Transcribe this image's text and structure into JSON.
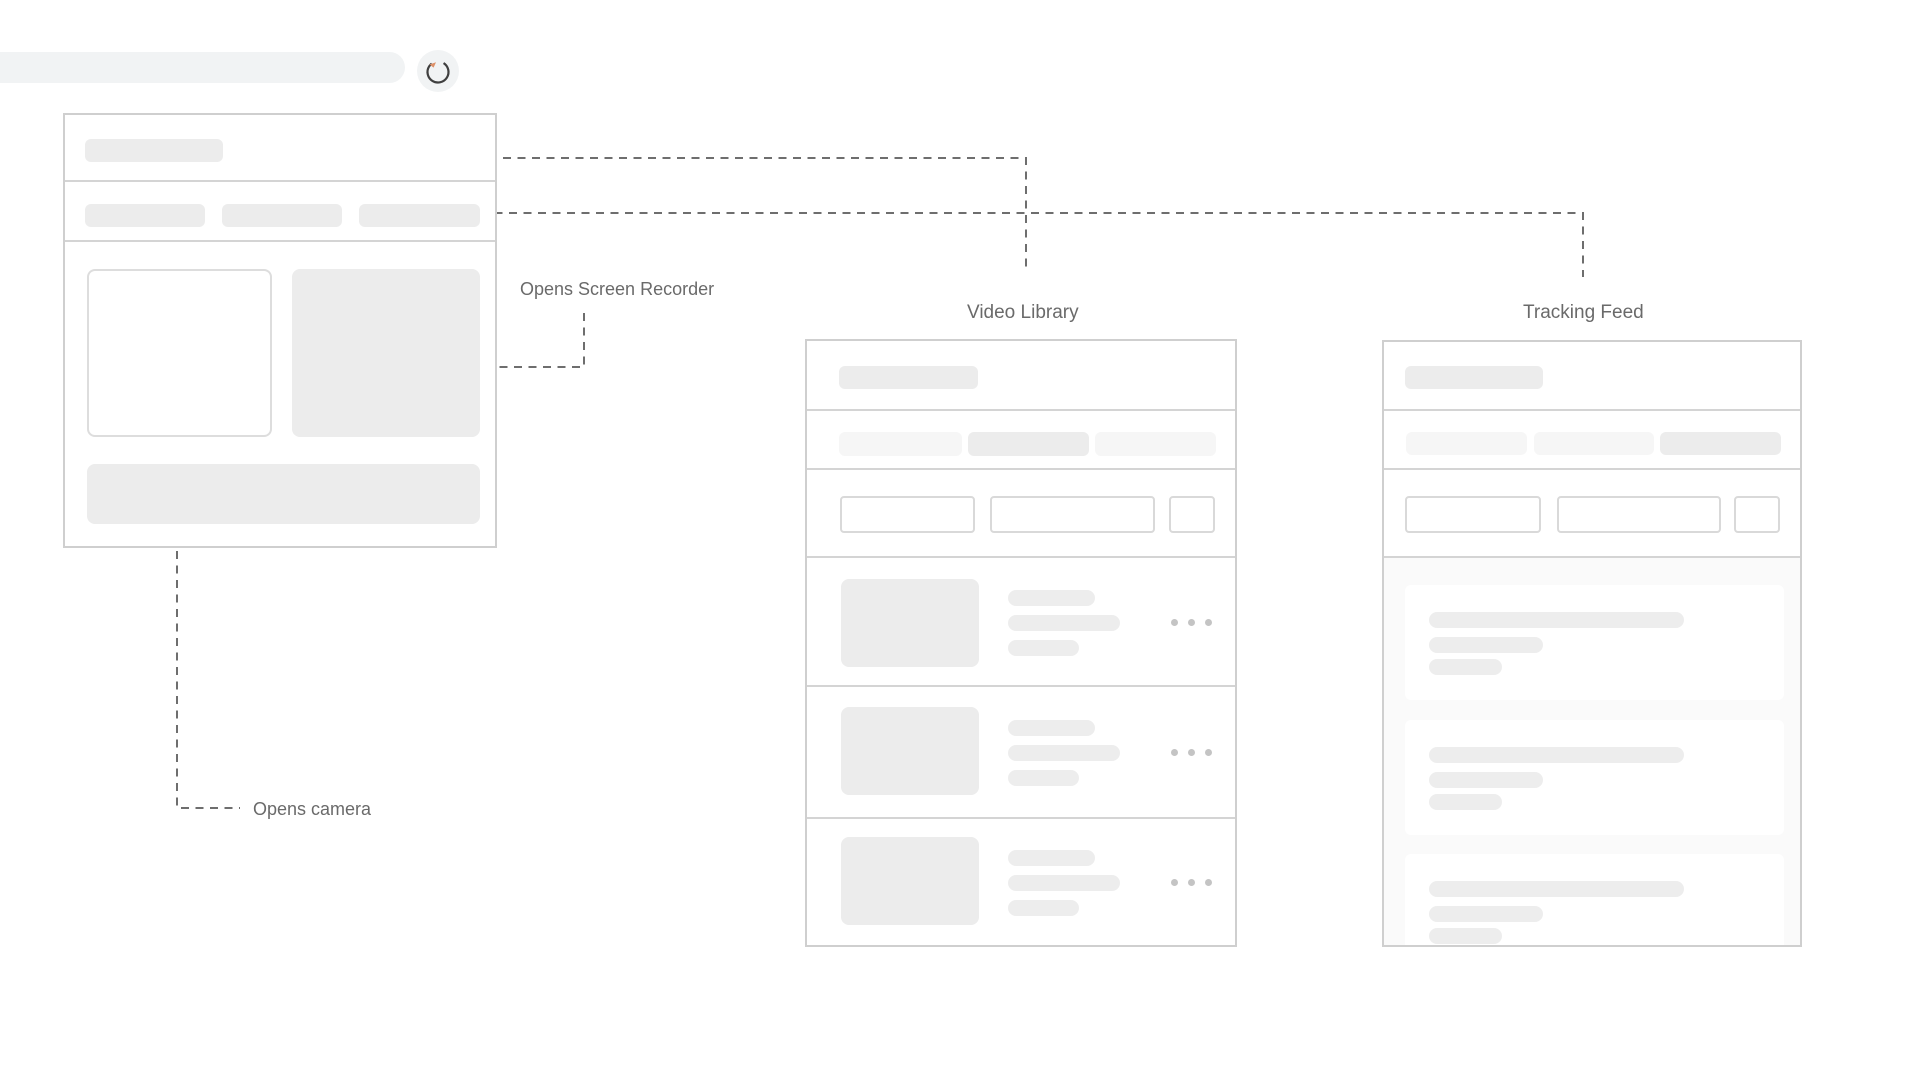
{
  "page": {
    "background": "#ffffff"
  },
  "toolbar": {
    "search_pill": {
      "bg": "#f1f3f4"
    },
    "refresh_button": {
      "icon": "refresh-icon",
      "bg": "#f1f3f4",
      "arrow_color": "#3f3f3f",
      "accent_color": "#dd9068"
    }
  },
  "diagram": {
    "connector_color": "#6e6e6e",
    "label_color": "#6a6a6a",
    "labels": {
      "screen_recorder": "Opens Screen Recorder",
      "camera": "Opens camera",
      "video_library": "Video Library",
      "tracking_feed": "Tracking Feed"
    },
    "colors": {
      "panel_border": "#cfcfcf",
      "placeholder": "#ececec",
      "placeholder_light": "#f6f6f6",
      "input_border": "#d9d9d9",
      "feed_background": "#fafafa",
      "dots": "#c4c4c4"
    },
    "wireframes": {
      "main_app": {
        "tabs": 3,
        "preview_boxes": 2,
        "action_bar": 1
      },
      "video_library": {
        "filter_bars": 3,
        "highlighted_filter_index": 1,
        "inputs": 3,
        "rows": 3
      },
      "tracking_feed": {
        "filter_bars": 3,
        "highlighted_filter_index": 2,
        "inputs": 3,
        "cards": 3
      }
    }
  }
}
